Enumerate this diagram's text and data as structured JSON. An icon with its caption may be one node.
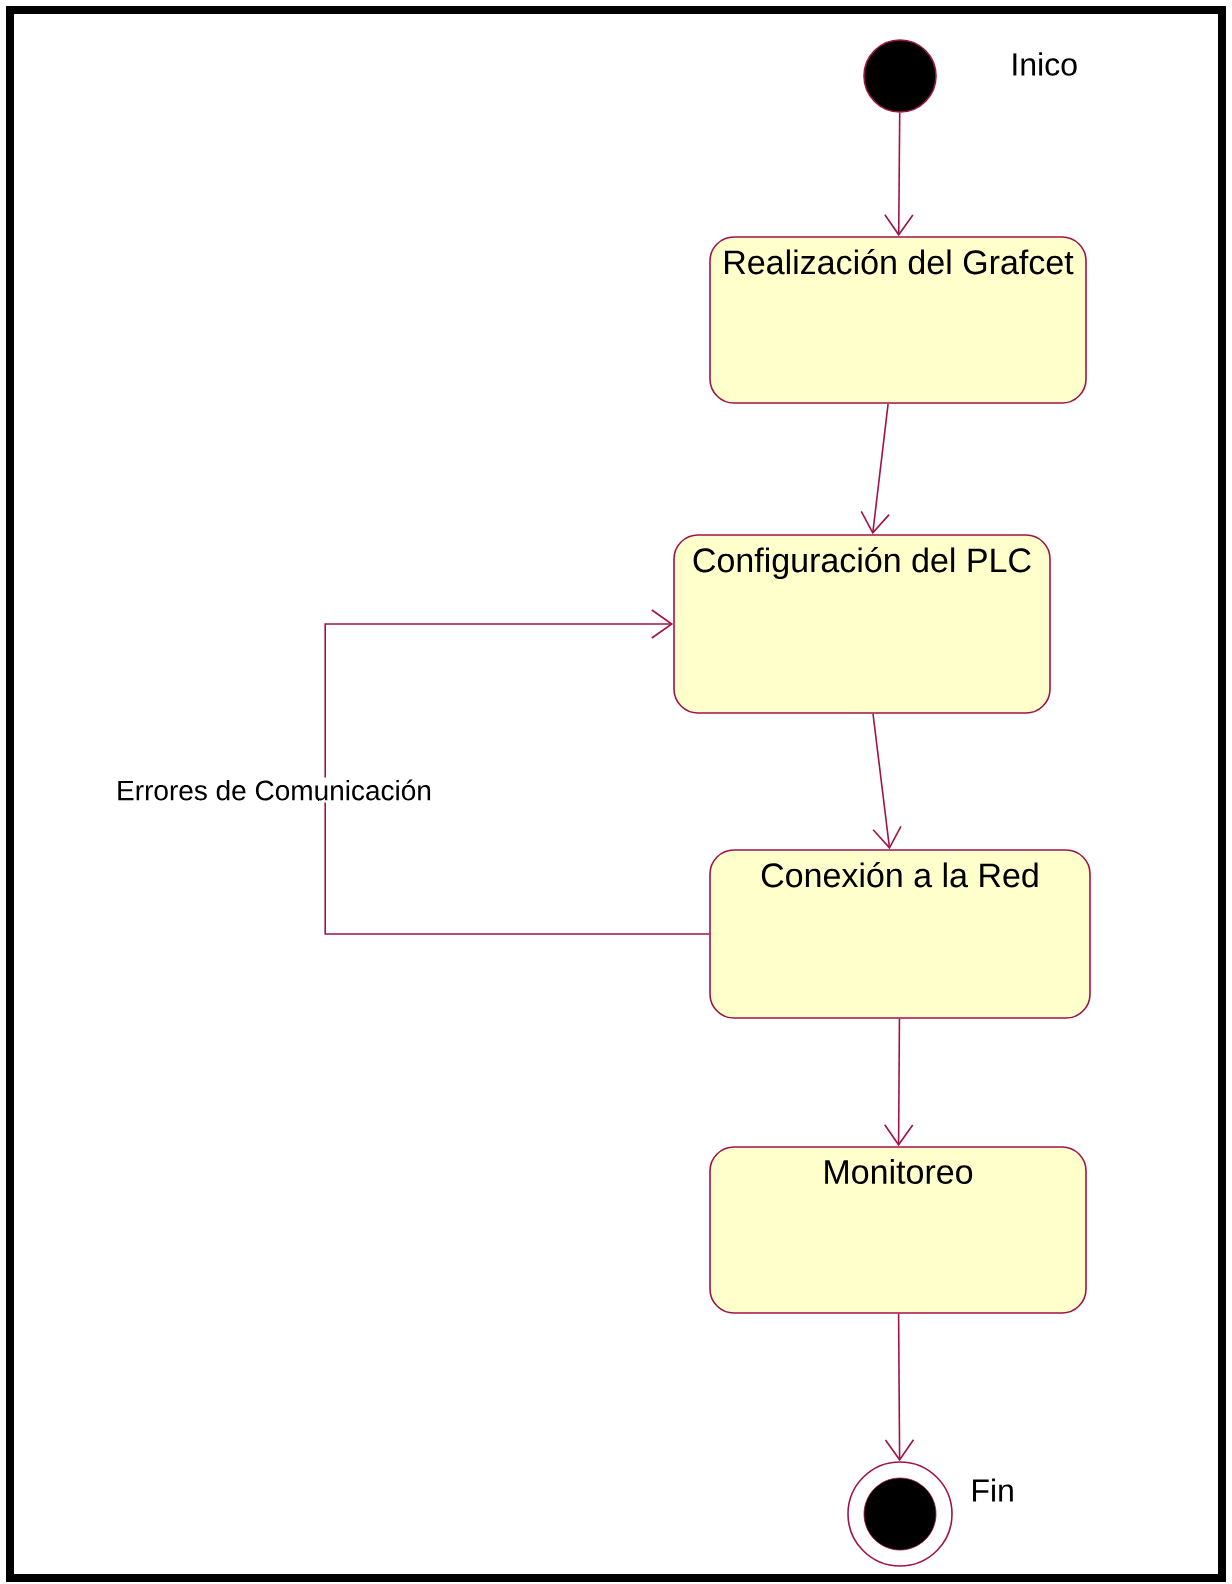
{
  "diagram": {
    "nodes": [
      {
        "text": [],
        "shape": "circle",
        "beside": [
          "Inico"
        ]
      },
      {
        "text": [
          "Realización del Grafcet"
        ]
      },
      {
        "text": [
          "Configuración del PLC"
        ]
      },
      {
        "text": [
          "Conexión a la Red"
        ]
      },
      {
        "text": [
          "Monitoreo"
        ]
      },
      {
        "text": [],
        "shape": "circle",
        "beside": [
          "Fin"
        ]
      }
    ],
    "edges": [
      {
        "from": 0,
        "to": 1,
        "arrow": "to"
      },
      {
        "from": 1,
        "to": 2,
        "arrow": "to"
      },
      {
        "from": 2,
        "to": 3,
        "arrow": "to"
      },
      {
        "from": 3,
        "to": 2,
        "arrow": "to",
        "label": "Errores de Comunicación"
      },
      {
        "from": 3,
        "to": 4,
        "arrow": "to"
      },
      {
        "from": 4,
        "to": 5,
        "arrow": "to"
      }
    ]
  }
}
